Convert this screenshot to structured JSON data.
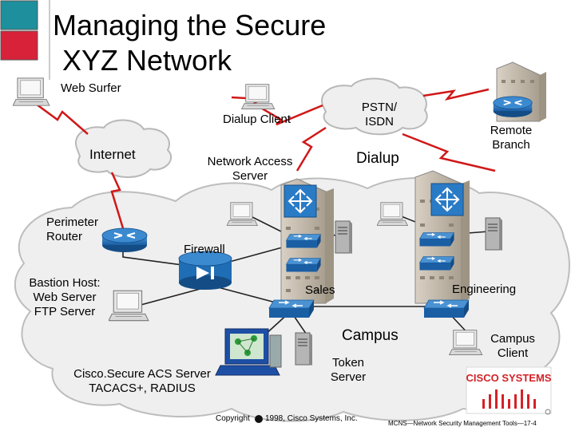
{
  "title": {
    "line1": "Managing the Secure",
    "line2": "XYZ Network"
  },
  "labels": {
    "web_surfer": "Web Surfer",
    "dialup_client": "Dialup Client",
    "pstn_isdn_1": "PSTN/",
    "pstn_isdn_2": "ISDN",
    "remote_branch_1": "Remote",
    "remote_branch_2": "Branch",
    "internet": "Internet",
    "nas_1": "Network Access",
    "nas_2": "Server",
    "dialup": "Dialup",
    "perimeter_1": "Perimeter",
    "perimeter_2": "Router",
    "firewall": "Firewall",
    "bastion_1": "Bastion Host:",
    "bastion_2": "Web Server",
    "bastion_3": "FTP Server",
    "sales": "Sales",
    "engineering": "Engineering",
    "campus": "Campus",
    "campus_client_1": "Campus",
    "campus_client_2": "Client",
    "acs_1": "Cisco.Secure ACS Server",
    "acs_2": "TACACS+, RADIUS",
    "token_1": "Token",
    "token_2": "Server"
  },
  "footer": {
    "copyright": "Copyright",
    "copyright_rest": "1998, Cisco Systems, Inc.",
    "course": "MCNS—Network Security Management Tools—17-4",
    "logo_text": "CISCO SYSTEMS"
  },
  "colors": {
    "red": "#d7223a",
    "teal": "#1e8f9c",
    "router_blue": "#1f6db5",
    "cloud_stroke": "#b8b8b8",
    "cloud_fill": "#f0f0f0",
    "link_red": "#d01818",
    "building": "#c8bfb2"
  }
}
